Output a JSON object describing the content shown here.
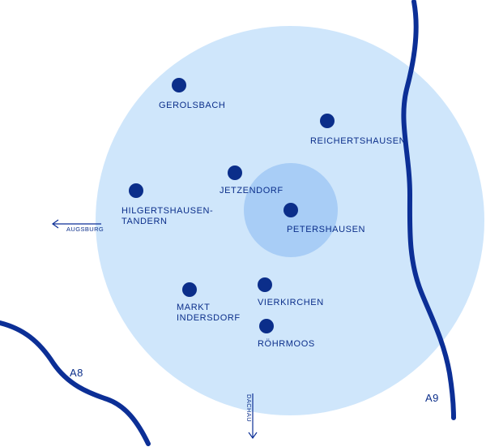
{
  "colors": {
    "outer_circle": "#cfe6fb",
    "inner_circle": "#a8cdf6",
    "dot": "#0b2e8a",
    "road": "#0c2f96",
    "text": "#0b2e8a"
  },
  "places": [
    {
      "id": "gerolsbach",
      "label": "GEROLSBACH"
    },
    {
      "id": "reichertshausen",
      "label": "REICHERTSHAUSEN"
    },
    {
      "id": "jetzendorf",
      "label": "JETZENDORF"
    },
    {
      "id": "hilgertshausen",
      "label": "HILGERTSHAUSEN-\nTANDERN"
    },
    {
      "id": "petershausen",
      "label": "PETERSHAUSEN"
    },
    {
      "id": "markt-indersdorf",
      "label": "MARKT\nINDERSDORF"
    },
    {
      "id": "vierkirchen",
      "label": "VIERKIRCHEN"
    },
    {
      "id": "roehrmoos",
      "label": "RÖHRMOOS"
    }
  ],
  "roads": {
    "a8": "A8",
    "a9": "A9"
  },
  "directions": {
    "augsburg": "AUGSBURG",
    "dachau": "DACHAU"
  }
}
